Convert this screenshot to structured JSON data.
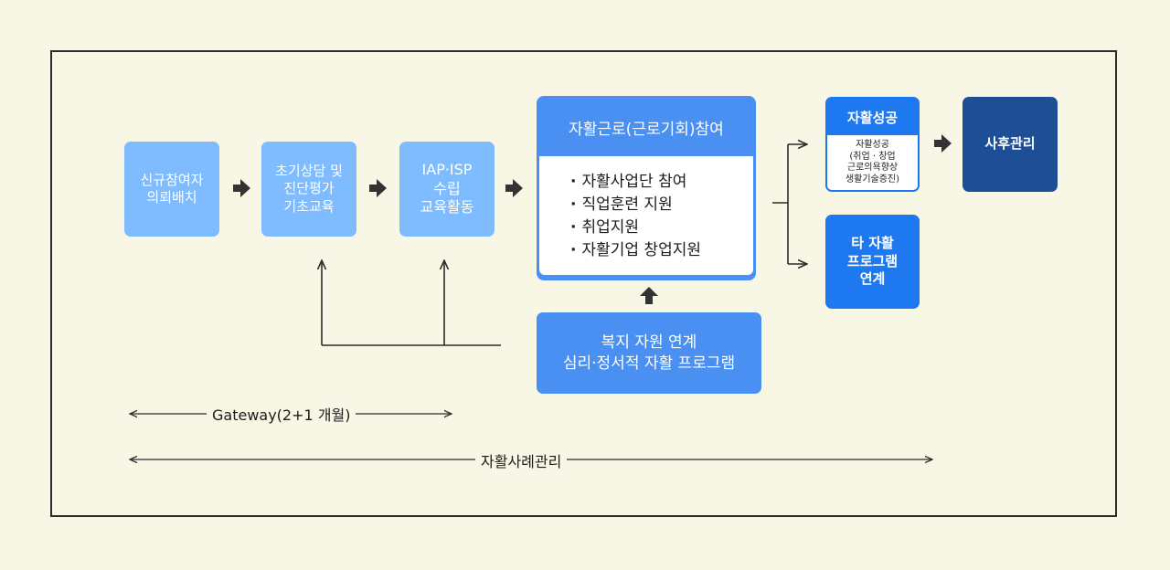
{
  "nodes": {
    "new_participant": {
      "lines": [
        "신규참여자",
        "의뢰배치"
      ]
    },
    "initial_consult": {
      "lines": [
        "초기상담 및",
        "진단평가",
        "기초교육"
      ]
    },
    "iap_isp": {
      "lines": [
        "IAP·ISP",
        "수립",
        "교육활동"
      ]
    },
    "self_support_work": {
      "title": "자활근로(근로기회)참여",
      "items": [
        "자활사업단 참여",
        "직업훈련 지원",
        "취업지원",
        "자활기업 창업지원"
      ]
    },
    "welfare": {
      "lines": [
        "복지 자원 연계",
        "심리·정서적 자활 프로그램"
      ]
    },
    "success": {
      "title": "자활성공",
      "detail_lines": [
        "자활성공",
        "(취업 · 창업",
        "근로의욕향상",
        "생활기술증진)"
      ]
    },
    "other_program": {
      "lines": [
        "타 자활",
        "프로그램",
        "연계"
      ]
    },
    "aftercare": {
      "lines": [
        "사후관리"
      ]
    }
  },
  "spans": {
    "gateway": "Gateway(2+1 개월)",
    "case_management": "자활사례관리"
  },
  "colors": {
    "light_blue": "#7ebcff",
    "mid_blue": "#4a90f2",
    "strong_blue": "#1e78f0",
    "dark_blue": "#1e4f96",
    "background": "#f8f6e4"
  }
}
